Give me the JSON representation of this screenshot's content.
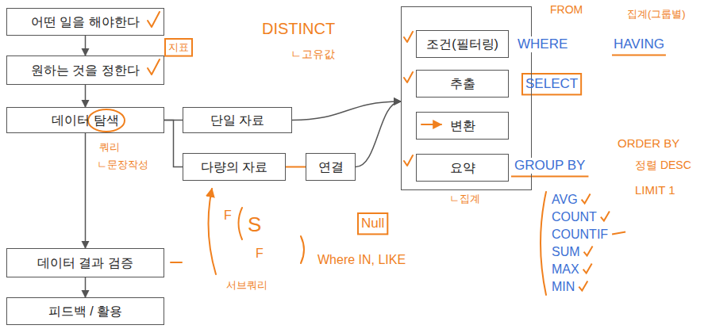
{
  "diagram": {
    "nodes": [
      {
        "text": [
          "어떤 일을 해야한다"
        ]
      },
      {
        "text": [
          "원하는 것을 정한다"
        ]
      },
      {
        "text": [
          "데이터 탐색"
        ]
      },
      {
        "text": [
          "단일 자료"
        ]
      },
      {
        "text": [
          "다량의 자료"
        ]
      },
      {
        "text": [
          "연결"
        ]
      },
      {
        "text": []
      },
      {
        "text": [
          "조건(필터링)"
        ],
        "in": 6
      },
      {
        "text": [
          "추출"
        ],
        "in": 6
      },
      {
        "text": [
          "변환"
        ],
        "in": 6
      },
      {
        "text": [
          "요약"
        ],
        "in": 6
      },
      {
        "text": [
          "데이터 결과 검증"
        ]
      },
      {
        "text": [
          "피드백 / 활용"
        ]
      }
    ],
    "edges": [
      {
        "from": 0,
        "to": 1,
        "arrow": "to"
      },
      {
        "from": 1,
        "to": 2,
        "arrow": "to"
      },
      {
        "from": 2,
        "to": 3,
        "arrow": "none"
      },
      {
        "from": 2,
        "to": 4,
        "arrow": "none"
      },
      {
        "from": 4,
        "to": 5,
        "arrow": "none"
      },
      {
        "from": 3,
        "to": 6,
        "arrow": "to"
      },
      {
        "from": 5,
        "to": 6,
        "arrow": "to"
      },
      {
        "from": 2,
        "to": 11,
        "arrow": "to"
      },
      {
        "from": 11,
        "to": 12,
        "arrow": "to"
      }
    ],
    "labels": [
      "FROM",
      "WHERE",
      "HAVING",
      "집계(그룹별)",
      "DISTINCT",
      "ㄴ고유값",
      "지표",
      "SELECT",
      "GROUP BY",
      "ㄴ집계",
      "ORDER BY",
      "정렬 DESC",
      "LIMIT 1",
      "쿼리",
      "ㄴ문장작성",
      "AVG",
      "COUNT",
      "COUNTIF",
      "SUM",
      "MAX",
      "MIN",
      "F",
      "S",
      "F",
      "Null",
      "Where IN, LIKE",
      "서브쿼리"
    ]
  }
}
